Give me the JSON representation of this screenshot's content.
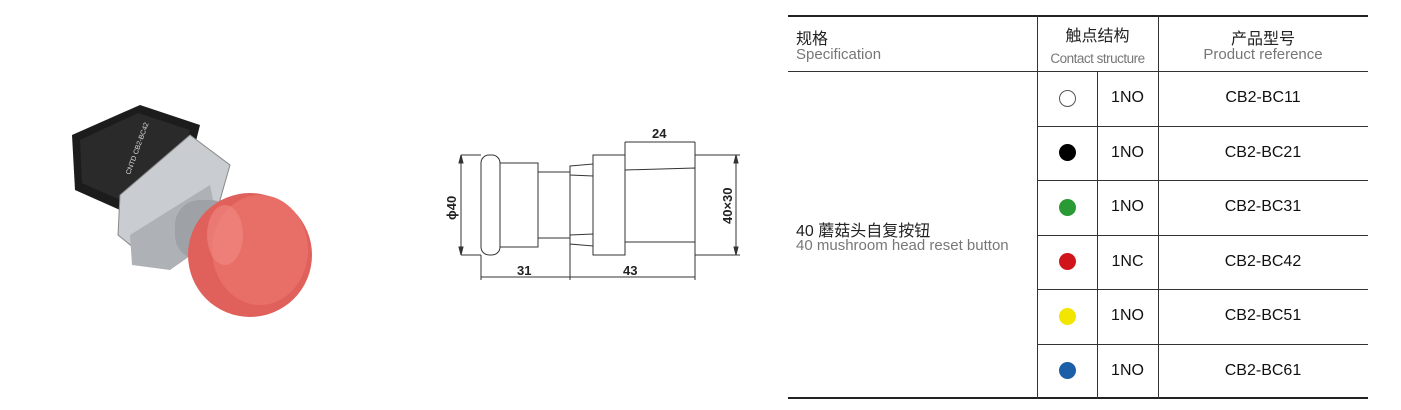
{
  "header": {
    "spec_zh": "规格",
    "spec_en": "Specification",
    "contact_zh": "触点结构",
    "contact_en": "Contact structure",
    "ref_zh": "产品型号",
    "ref_en": "Product reference"
  },
  "product": {
    "name_zh": "40 蘑菇头自复按钮",
    "name_en": "40 mushroom head reset button",
    "photo_label": "CNTD CB2-BC42"
  },
  "dimensions": {
    "width_label": "24",
    "diameter_label": "ϕ40",
    "size_label": "40×30",
    "front_label": "31",
    "back_label": "43"
  },
  "rows": [
    {
      "color": "#ffffff",
      "contact": "1NO",
      "ref": "CB2-BC11"
    },
    {
      "color": "#000000",
      "contact": "1NO",
      "ref": "CB2-BC21"
    },
    {
      "color": "#2a9a35",
      "contact": "1NO",
      "ref": "CB2-BC31"
    },
    {
      "color": "#d0141b",
      "contact": "1NC",
      "ref": "CB2-BC42"
    },
    {
      "color": "#f2e600",
      "contact": "1NO",
      "ref": "CB2-BC51"
    },
    {
      "color": "#1b5fa8",
      "contact": "1NO",
      "ref": "CB2-BC61"
    }
  ]
}
